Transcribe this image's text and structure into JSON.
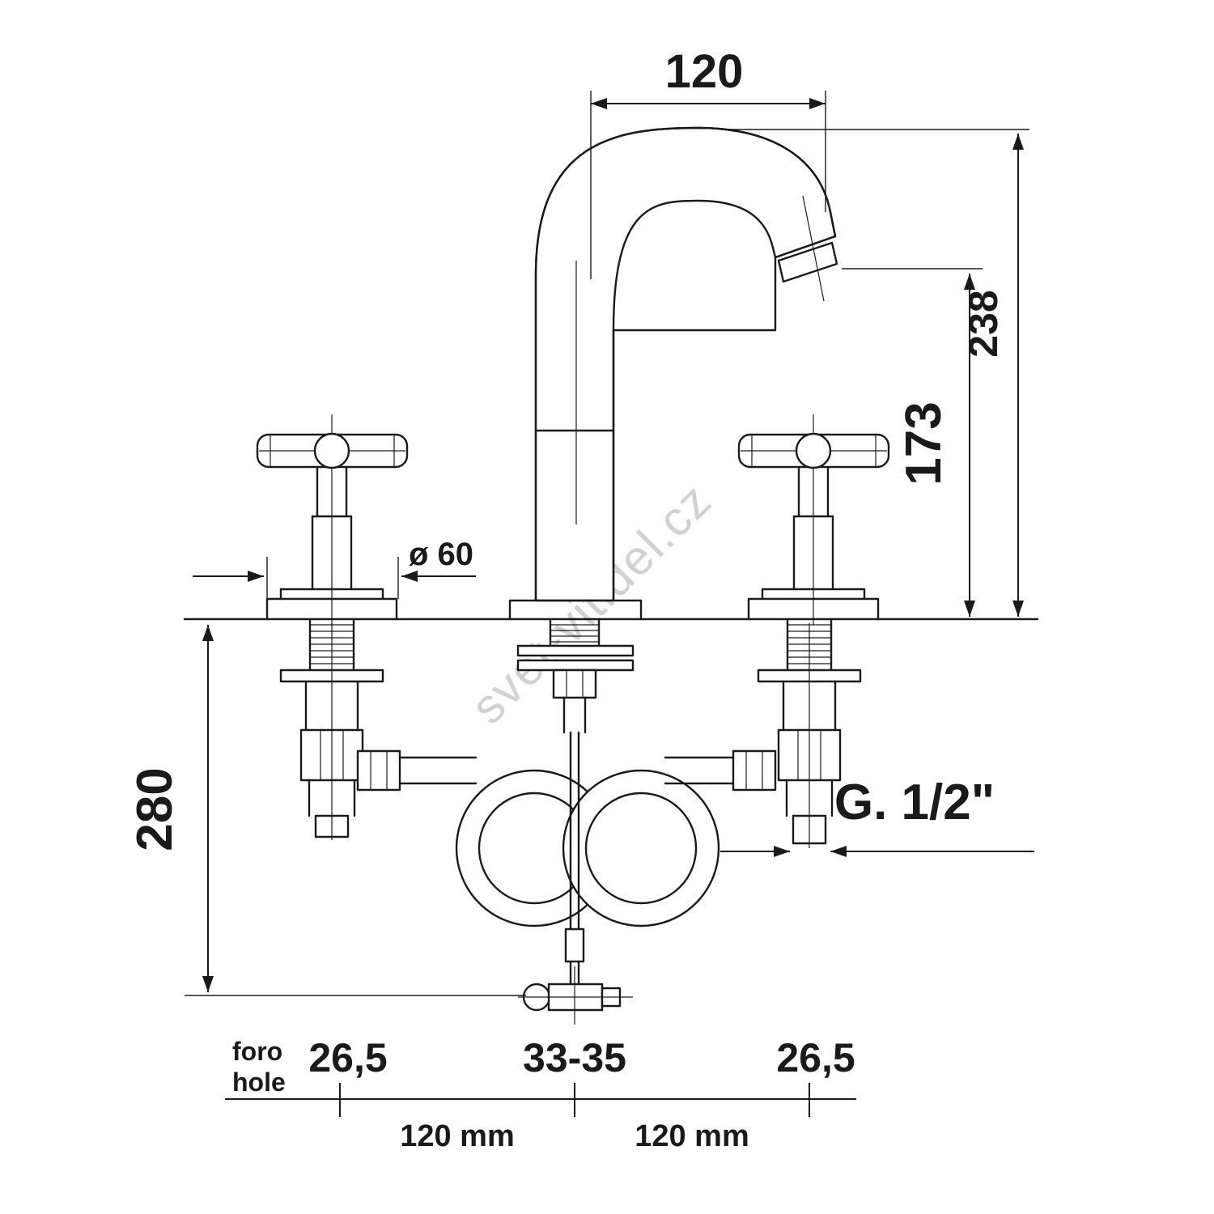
{
  "drawing": {
    "watermark": "svet-vitidel.cz",
    "dims": {
      "spout_reach": "120",
      "total_height": "238",
      "spout_height": "173",
      "base_diameter": "ø 60",
      "under_deck": "280",
      "thread": "G. 1/2\"",
      "holes": {
        "label_line1": "foro",
        "label_line2": "hole",
        "left": "26,5",
        "center": "33-35",
        "right": "26,5"
      },
      "spacing": {
        "left": "120 mm",
        "right": "120 mm"
      }
    }
  }
}
